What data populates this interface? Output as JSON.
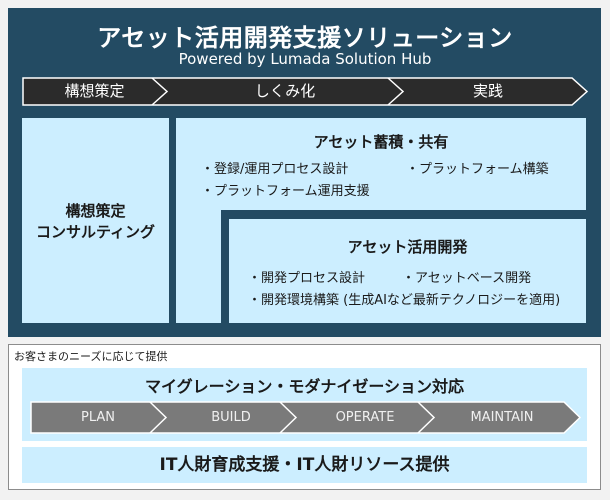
{
  "header": {
    "title": "アセット活用開発支援ソリューション",
    "subtitle": "Powered by Lumada Solution Hub"
  },
  "phases": [
    {
      "label": "構想策定"
    },
    {
      "label": "しくみ化"
    },
    {
      "label": "実践"
    }
  ],
  "consulting": {
    "line1": "構想策定",
    "line2": "コンサルティング"
  },
  "asset_accumulation": {
    "title": "アセット蓄積・共有",
    "items": [
      "・登録/運用プロセス設計",
      "・プラットフォーム構築",
      "・プラットフォーム運用支援"
    ]
  },
  "asset_development": {
    "title": "アセット活用開発",
    "items": [
      "・開発プロセス設計",
      "・アセットベース開発",
      "・開発環境構築 (生成AIなど最新テクノロジーを適用)"
    ]
  },
  "optional": {
    "caption": "お客さまのニーズに応じて提供",
    "migration_title": "マイグレーション・モダナイゼーション対応",
    "steps": [
      {
        "label": "PLAN"
      },
      {
        "label": "BUILD"
      },
      {
        "label": "OPERATE"
      },
      {
        "label": "MAINTAIN"
      }
    ],
    "talent_title": "IT人財育成支援・IT人財リソース提供"
  },
  "colors": {
    "panel": "#234b63",
    "light_box": "#cceeff",
    "phase_arrow": "#2b2b2b",
    "step_arrow": "#7a7a7a"
  }
}
